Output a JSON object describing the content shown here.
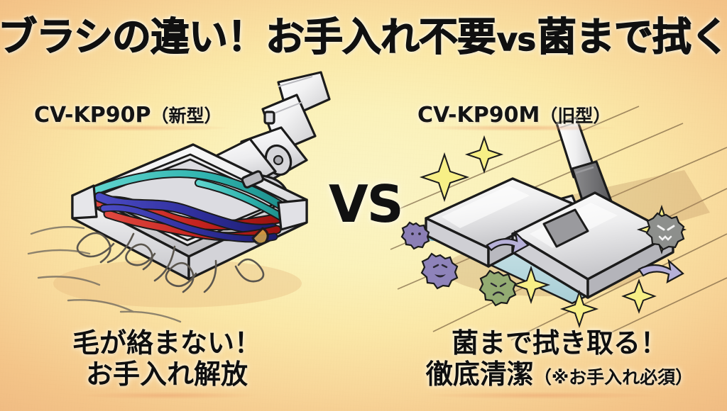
{
  "title": {
    "part1": "ブラシの違い！お手入れ不要",
    "vs": "vs",
    "part2": "菌まで拭く",
    "full": "ブラシの違い！お手入れ不要vs菌まで拭く"
  },
  "divider": {
    "vs_label": "VS"
  },
  "left_panel": {
    "model_name": "CV-KP90P",
    "model_suffix": "（新型）",
    "caption_line1": "毛が絡まない！",
    "caption_line2": "お手入れ解放",
    "illustration_name": "motorized-brush-head",
    "brush_colors": {
      "teal": "#3fbfbf",
      "red": "#cc2b2b",
      "blue": "#3434a8",
      "body": "#e9e9ea"
    },
    "hair_color": "#555049"
  },
  "right_panel": {
    "model_name": "CV-KP90M",
    "model_suffix": "（旧型）",
    "caption_line1": "菌まで拭き取る！",
    "caption_line2": "徹底清潔",
    "caption_note": "（※お手入れ必須）",
    "illustration_name": "mop-wiper-head-on-wood-floor",
    "germ_colors": {
      "purple": "#8b7fb5",
      "green": "#8fa86e",
      "gray": "#8d8f8c"
    },
    "sparkle_color": "#f5ea7a",
    "arrow_color": "#b6b0d8",
    "floor_color": "#e9c9a0"
  },
  "background": {
    "center_color": "#fbf3bf",
    "edge_color": "#f0bb82"
  }
}
